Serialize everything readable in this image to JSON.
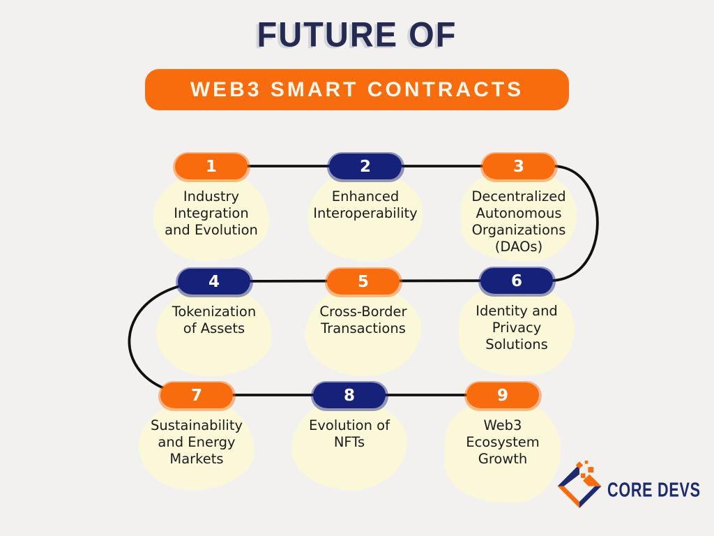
{
  "header": {
    "title": "FUTURE OF",
    "banner": "WEB3 SMART CONTRACTS"
  },
  "items": [
    {
      "number": "1",
      "color": "orange",
      "lines": [
        "Industry",
        "Integration",
        "and Evolution"
      ]
    },
    {
      "number": "2",
      "color": "navy",
      "lines": [
        "Enhanced",
        "Interoperability"
      ]
    },
    {
      "number": "3",
      "color": "orange",
      "lines": [
        "Decentralized",
        "Autonomous",
        "Organizations",
        "(DAOs)"
      ]
    },
    {
      "number": "4",
      "color": "navy",
      "lines": [
        "Tokenization",
        "of Assets"
      ]
    },
    {
      "number": "5",
      "color": "orange",
      "lines": [
        "Cross-Border",
        "Transactions"
      ]
    },
    {
      "number": "6",
      "color": "navy",
      "lines": [
        "Identity and",
        "Privacy",
        "Solutions"
      ]
    },
    {
      "number": "7",
      "color": "orange",
      "lines": [
        "Sustainability",
        "and Energy",
        "Markets"
      ]
    },
    {
      "number": "8",
      "color": "navy",
      "lines": [
        "Evolution of",
        "NFTs"
      ]
    },
    {
      "number": "9",
      "color": "orange",
      "lines": [
        "Web3",
        "Ecosystem",
        "Growth"
      ]
    }
  ],
  "logo": {
    "text": "CORE DEVS"
  },
  "colors": {
    "orange": "#f86c0e",
    "navy": "#16217b",
    "title_navy": "#252b50",
    "cream": "#fbf8d9",
    "background": "#f2f1ef",
    "line": "#101010",
    "label_text": "#1b1b1b",
    "banner_text": "#fdf6ea",
    "logo_navy": "#1c2a6e"
  }
}
